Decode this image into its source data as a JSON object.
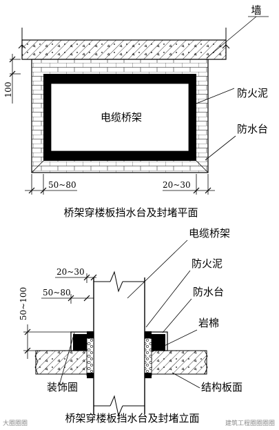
{
  "plan": {
    "wall_label": "墙",
    "tray_label": "电缆桥架",
    "fire_mud_label": "防火泥",
    "water_curb_label": "防水台",
    "dim_height": "100",
    "dim_left": "50~80",
    "dim_right": "20~30",
    "caption": "桥架穿楼板挡水台及封堵平面"
  },
  "elevation": {
    "tray_label": "电缆桥架",
    "fire_mud_label": "防火泥",
    "water_curb_label": "防水台",
    "rock_wool_label": "岩棉",
    "trim_ring_label": "装饰圈",
    "slab_surface_label": "结构板面",
    "dim_top": "20~30",
    "dim_mid": "50~80",
    "dim_vertical": "50~100",
    "caption": "桥架穿楼板挡水台及封堵立面"
  },
  "watermarks": {
    "left": "大圈圈圈",
    "right": "建筑工程圈圈圈圈"
  }
}
